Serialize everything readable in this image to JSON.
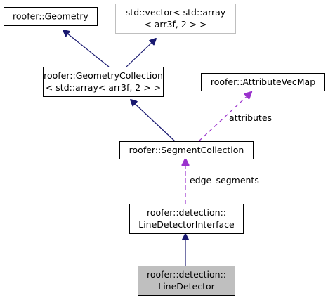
{
  "colors": {
    "inheritance_edge": "#191970",
    "usage_edge": "#9a32cd",
    "node_border": "#000000",
    "external_node_border": "#bfbfbf",
    "highlight_fill": "#bfbfbf"
  },
  "nodes": {
    "geometry": {
      "lines": [
        "roofer::Geometry"
      ]
    },
    "vector": {
      "lines": [
        "std::vector< std::array",
        "< arr3f, 2 > >"
      ]
    },
    "geometry_collection": {
      "lines": [
        "roofer::GeometryCollection",
        "< std::array< arr3f, 2 > >"
      ]
    },
    "attribute_vec_map": {
      "lines": [
        "roofer::AttributeVecMap"
      ]
    },
    "segment_collection": {
      "lines": [
        "roofer::SegmentCollection"
      ]
    },
    "line_detector_interface": {
      "lines": [
        "roofer::detection::",
        "LineDetectorInterface"
      ]
    },
    "line_detector": {
      "lines": [
        "roofer::detection::",
        "LineDetector"
      ]
    }
  },
  "edges": {
    "attributes_label": "attributes",
    "edge_segments_label": "edge_segments"
  }
}
